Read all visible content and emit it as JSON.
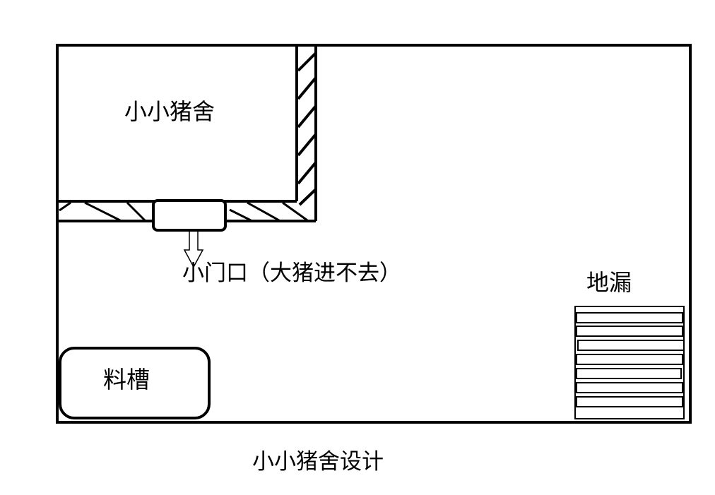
{
  "labels": {
    "small_pig_pen": "小小猪舍",
    "small_door": "小门口（大猪进不去）",
    "floor_drain": "地漏",
    "feed_trough": "料槽",
    "caption": "小小猪舍设计"
  },
  "colors": {
    "stroke": "#000000",
    "background": "#ffffff"
  }
}
